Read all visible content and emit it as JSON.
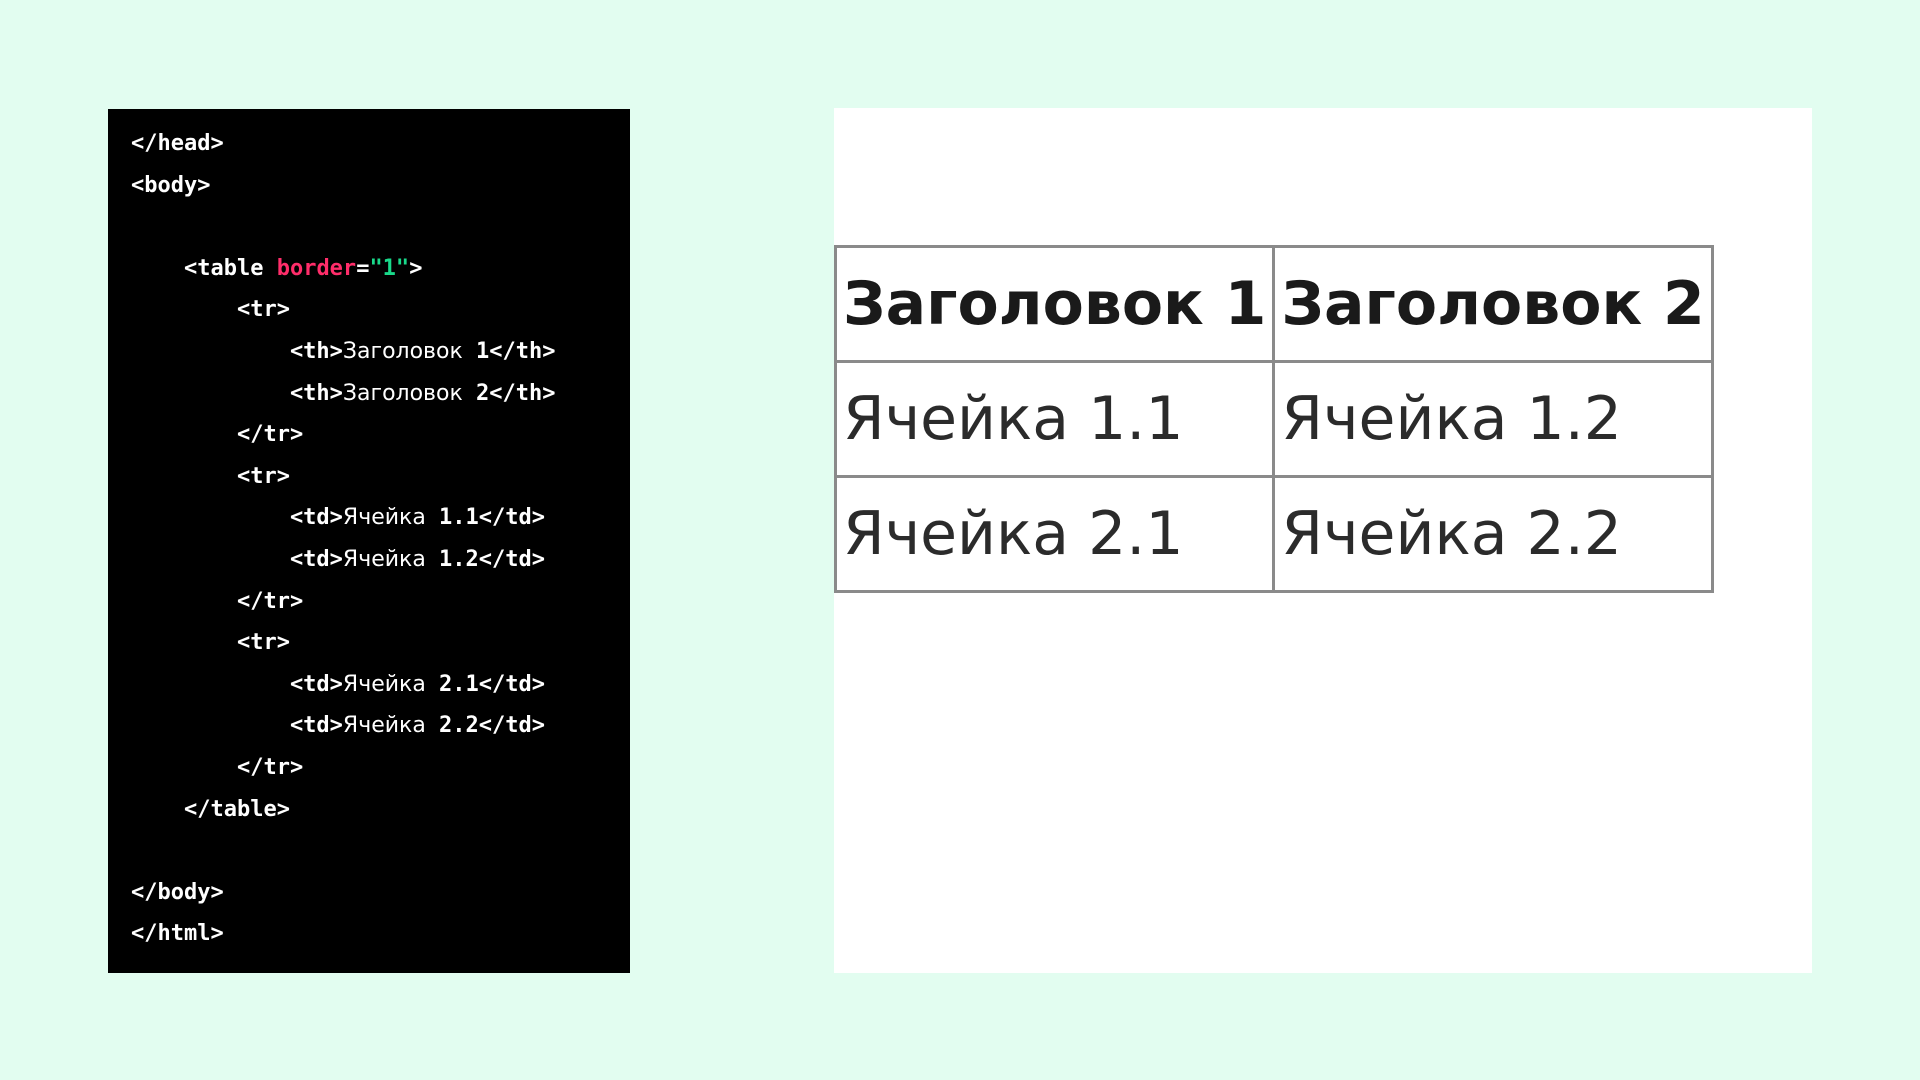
{
  "code": {
    "lines": [
      [
        {
          "t": "</head>"
        }
      ],
      [
        {
          "t": "<body>"
        }
      ],
      [
        {
          "t": ""
        }
      ],
      [
        {
          "t": "    <table "
        },
        {
          "t": "border",
          "c": "attr"
        },
        {
          "t": "="
        },
        {
          "t": "\"1\"",
          "c": "str"
        },
        {
          "t": ">"
        }
      ],
      [
        {
          "t": "        <tr>"
        }
      ],
      [
        {
          "t": "            <th>"
        },
        {
          "t": "Заголовок",
          "c": "cyr"
        },
        {
          "t": " 1</th>"
        }
      ],
      [
        {
          "t": "            <th>"
        },
        {
          "t": "Заголовок",
          "c": "cyr"
        },
        {
          "t": " 2</th>"
        }
      ],
      [
        {
          "t": "        </tr>"
        }
      ],
      [
        {
          "t": "        <tr>"
        }
      ],
      [
        {
          "t": "            <td>"
        },
        {
          "t": "Ячейка",
          "c": "cyr"
        },
        {
          "t": " 1.1</td>"
        }
      ],
      [
        {
          "t": "            <td>"
        },
        {
          "t": "Ячейка",
          "c": "cyr"
        },
        {
          "t": " 1.2</td>"
        }
      ],
      [
        {
          "t": "        </tr>"
        }
      ],
      [
        {
          "t": "        <tr>"
        }
      ],
      [
        {
          "t": "            <td>"
        },
        {
          "t": "Ячейка",
          "c": "cyr"
        },
        {
          "t": " 2.1</td>"
        }
      ],
      [
        {
          "t": "            <td>"
        },
        {
          "t": "Ячейка",
          "c": "cyr"
        },
        {
          "t": " 2.2</td>"
        }
      ],
      [
        {
          "t": "        </tr>"
        }
      ],
      [
        {
          "t": "    </table>"
        }
      ],
      [
        {
          "t": ""
        }
      ],
      [
        {
          "t": "</body>"
        }
      ],
      [
        {
          "t": "</html>"
        }
      ]
    ]
  },
  "preview": {
    "headers": [
      "Заголовок 1",
      "Заголовок 2"
    ],
    "rows": [
      [
        "Ячейка 1.1",
        "Ячейка 1.2"
      ],
      [
        "Ячейка 2.1",
        "Ячейка 2.2"
      ]
    ]
  },
  "colors": {
    "background": "#e2fdf0",
    "code_bg": "#000000",
    "code_text": "#ffffff",
    "code_attr": "#ff2d6a",
    "code_string": "#19d98a",
    "table_border": "#8a8a8a"
  }
}
